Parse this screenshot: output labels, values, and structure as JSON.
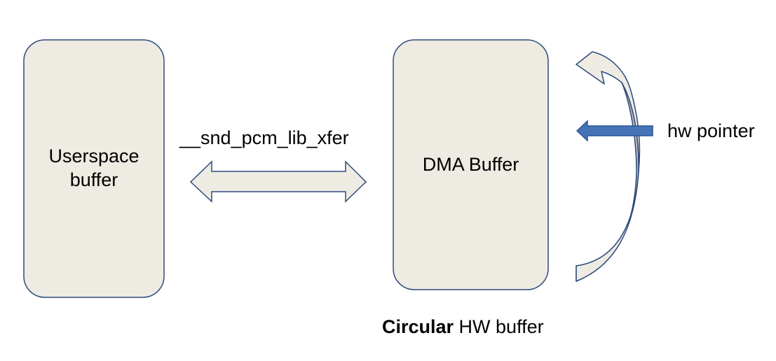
{
  "diagram": {
    "userspace_buffer": {
      "line1": "Userspace",
      "line2": "buffer"
    },
    "dma_buffer": {
      "label": "DMA Buffer"
    },
    "transfer": {
      "label": "__snd_pcm_lib_xfer"
    },
    "hw_pointer": {
      "label": "hw pointer"
    },
    "caption": {
      "bold": "Circular",
      "rest": " HW buffer"
    }
  },
  "colors": {
    "box_fill": "#eeebe3",
    "box_stroke": "#2f4b7c",
    "pointer_arrow_fill": "#4573b8",
    "pointer_arrow_stroke": "#2f5597",
    "curve_shadow_fill": "#bdbab2"
  }
}
